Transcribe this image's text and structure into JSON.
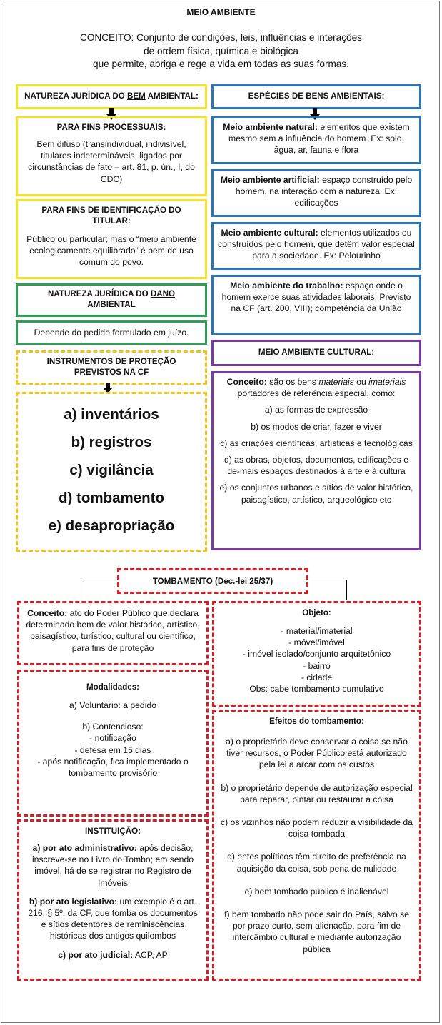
{
  "title": "MEIO AMBIENTE",
  "concept": {
    "line1": "CONCEITO: Conjunto de condições, leis, influências e interações",
    "line2": "de ordem física, química e biológica",
    "line3": "que permite, abriga e rege a vida em todas as suas formas."
  },
  "left": {
    "natureza_header_pre": "NATUREZA JURÍDICA DO ",
    "natureza_header_u": "BEM",
    "natureza_header_post": " AMBIENTAL:",
    "processuais_header": "PARA FINS PROCESSUAIS:",
    "processuais_text": "Bem difuso (transindividual, indivisível, titulares indetermináveis, ligados por circunstâncias de fato – art. 81, p. ún., I, do CDC)",
    "identificacao_header": "PARA FINS DE IDENTIFICAÇÃO DO TITULAR:",
    "identificacao_text": "Público ou particular; mas o “meio ambiente ecologicamente equilibrado” é bem de uso comum do povo.",
    "dano_header_pre": "NATUREZA JURÍDICA DO ",
    "dano_header_u": "DANO",
    "dano_header_post": " AMBIENTAL",
    "dano_text": "Depende do pedido formulado em juízo.",
    "instrumentos_header": "INSTRUMENTOS DE PROTEÇÃO PREVISTOS NA CF",
    "instrumentos": [
      "a) inventários",
      "b) registros",
      "c) vigilância",
      "d) tombamento",
      "e) desapropriação"
    ]
  },
  "right": {
    "especies_header": "ESPÉCIES DE BENS AMBIENTAIS:",
    "natural_b": "Meio ambiente natural:",
    "natural_t": " elementos que existem mesmo sem a influência do homem. Ex: solo, água, ar, fauna e flora",
    "artificial_b": "Meio ambiente artificial:",
    "artificial_t": " espaço construído pelo homem, na interação com a natureza. Ex: edificações",
    "cultural_b": "Meio ambiente cultural:",
    "cultural_t": " elementos utilizados ou construídos pelo homem, que detêm valor especial para a sociedade. Ex: Pelourinho",
    "trabalho_b": "Meio ambiente do trabalho:",
    "trabalho_t": " espaço onde o homem exerce suas atividades laborais. Previsto na CF (art. 200, VIII); competência da União",
    "mac_header": "MEIO AMBIENTE CULTURAL:",
    "mac_conceito_b": "Conceito:",
    "mac_conceito_t1": " são os bens ",
    "mac_conceito_i1": "materiais",
    "mac_conceito_t2": " ou ",
    "mac_conceito_i2": "imateriais",
    "mac_conceito_t3": " portadores de referência especial, como:",
    "mac_items": [
      "a) as formas de expressão",
      "b) os modos de criar, fazer e viver",
      "c) as criações científicas, artísticas e tecnológicas",
      "d) as obras, objetos, documentos, edificações e de-mais espaços destinados à arte e à cultura",
      "e) os conjuntos urbanos e sítios de valor histórico, paisagístico, artístico, arqueológico etc"
    ]
  },
  "tombamento": {
    "header": "TOMBAMENTO (Dec.-lei 25/37)",
    "conceito_b": "Conceito:",
    "conceito_t": " ato do Poder Público que declara determinado bem de valor histórico, artístico, paisagístico, turístico, cultural ou científico, para fins de proteção",
    "objeto_header": "Objeto:",
    "objeto_items": [
      "- material/imaterial",
      "- móvel/imóvel",
      "- imóvel isolado/conjunto arquitetônico",
      "- bairro",
      "- cidade",
      "Obs: cabe tombamento cumulativo"
    ],
    "modalidades_header": "Modalidades:",
    "modalidades_a": "a) Voluntário: a pedido",
    "modalidades_b": "b) Contencioso:",
    "modalidades_b_items": [
      "- notificação",
      "- defesa em 15 dias",
      "- após notificação, fica implementado o tombamento provisório"
    ],
    "efeitos_header": "Efeitos do tombamento:",
    "efeitos_items": [
      "a) o proprietário deve conservar a coisa se não tiver recursos, o Poder Público está autorizado pela lei a arcar com os custos",
      "b) o proprietário depende de autorização especial para reparar, pintar ou restaurar a coisa",
      "c) os vizinhos não podem reduzir a visibilidade da coisa tombada",
      "d) entes políticos têm direito de preferência na aquisição da coisa, sob pena de nulidade",
      "e) bem tombado público é inalienável",
      "f) bem tombado não pode sair do País, salvo se por prazo curto, sem alienação, para fim de intercâmbio cultural e mediante autorização pública"
    ],
    "instituicao_header": "INSTITUIÇÃO:",
    "inst_a_b": "a) por ato administrativo:",
    "inst_a_t": " após decisão, inscreve-se no Livro do Tombo; em sendo imóvel, há de se registrar no Registro de Imóveis",
    "inst_b_b": "b) por ato legislativo:",
    "inst_b_t": " um exemplo é o art. 216, § 5º, da CF, que tomba os documentos e sítios detentores de reminiscências históricas dos antigos quilombos",
    "inst_c_b": "c) por ato judicial:",
    "inst_c_t": " ACP, AP"
  },
  "colors": {
    "yellow": "#f4e32a",
    "yellow_dashed": "#f2c21a",
    "blue": "#2a74b8",
    "green": "#2f9e55",
    "purple": "#7a3aa0",
    "red": "#d31f26"
  }
}
